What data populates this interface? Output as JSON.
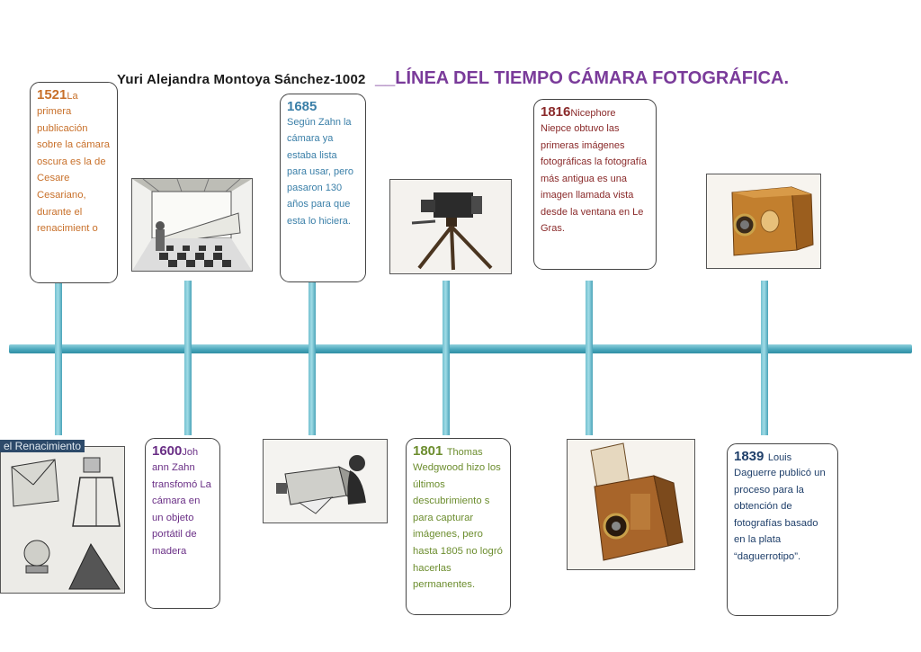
{
  "header": {
    "author": "Yuri Alejandra Montoya Sánchez-1002",
    "title": "__LÍNEA DEL TIEMPO CÁMARA FOTOGRÁFICA."
  },
  "events": [
    {
      "year": "1521",
      "lead": "La",
      "text": "primera publicación sobre la cámara oscura es la de Cesare Cesariano, durante el renacimient o",
      "color": "#c8702a"
    },
    {
      "year": "1685",
      "lead": "",
      "text": "Según Zahn la cámara ya estaba lista para usar, pero pasaron 130 años para que esta lo hiciera.",
      "color": "#3a7fa8"
    },
    {
      "year": "1816",
      "lead": "Nicephore",
      "text": "Niepce obtuvo las primeras imágenes fotográficas la fotografía más antigua es una imagen llamada vista desde la ventana en Le Gras.",
      "color": "#8a2a2a"
    },
    {
      "year": "1600",
      "lead": "Joh",
      "text": "ann Zahn transfomó La cámara en un objeto portátil de madera",
      "color": "#6a2f86"
    },
    {
      "year": "1801",
      "lead": "Thomas",
      "text": "Wedgwood hizo los últimos descubrimiento s para capturar imágenes, pero hasta 1805 no logró hacerlas permanentes.",
      "color": "#6c8d2e"
    },
    {
      "year": "1839",
      "lead": "Louis",
      "text": "Daguerre publicó un proceso para la obtención de fotografías basado en la plata “daguerrotipo”.",
      "color": "#1f3f6a"
    }
  ],
  "caption": "el Renacimiento",
  "colors": {
    "axis": "#4aa7bc",
    "title": "#7a3b9a"
  }
}
